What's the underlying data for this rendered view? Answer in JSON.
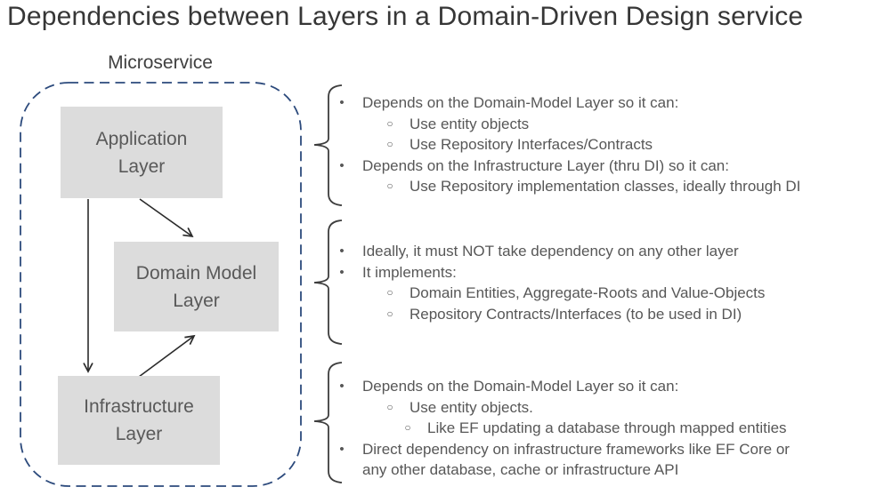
{
  "title": "Dependencies between Layers in a Domain-Driven Design service",
  "colors": {
    "box_fill": "#dcdcdc",
    "box_text": "#595959",
    "boundary_dashed_blue": "#2c4a7c",
    "arrow": "#2b2b2b",
    "brace": "#3d3d3d",
    "body_text": "#575757",
    "title_text": "#363636"
  },
  "bullets": {
    "dot": "•",
    "circle": "○"
  },
  "diagram": {
    "container_label": "Microservice",
    "boxes": {
      "application": "Application\nLayer",
      "domain": "Domain Model\nLayer",
      "infrastructure": "Infrastructure\nLayer"
    }
  },
  "sections": [
    {
      "name": "application-layer-notes",
      "items": [
        {
          "level": 0,
          "text": "Depends on the Domain-Model Layer so it can:"
        },
        {
          "level": 1,
          "text": "Use entity objects"
        },
        {
          "level": 1,
          "text": "Use Repository Interfaces/Contracts"
        },
        {
          "level": 0,
          "text": "Depends on the Infrastructure Layer (thru DI) so it can:"
        },
        {
          "level": 1,
          "text": "Use Repository implementation classes, ideally through DI"
        }
      ]
    },
    {
      "name": "domain-model-layer-notes",
      "items": [
        {
          "level": 0,
          "text": "Ideally, it must NOT take dependency on any other layer"
        },
        {
          "level": 0,
          "text": "It implements:"
        },
        {
          "level": 1,
          "text": "Domain Entities, Aggregate-Roots and Value-Objects"
        },
        {
          "level": 1,
          "text": "Repository Contracts/Interfaces (to be used in DI)"
        }
      ]
    },
    {
      "name": "infrastructure-layer-notes",
      "items": [
        {
          "level": 0,
          "text": "Depends on the Domain-Model Layer so it can:"
        },
        {
          "level": 1,
          "text": "Use entity objects."
        },
        {
          "level": 2,
          "text": "Like EF updating a database through mapped entities"
        },
        {
          "level": 0,
          "text": "Direct dependency on infrastructure frameworks like EF Core or\nany other database, cache or infrastructure API"
        }
      ]
    }
  ]
}
